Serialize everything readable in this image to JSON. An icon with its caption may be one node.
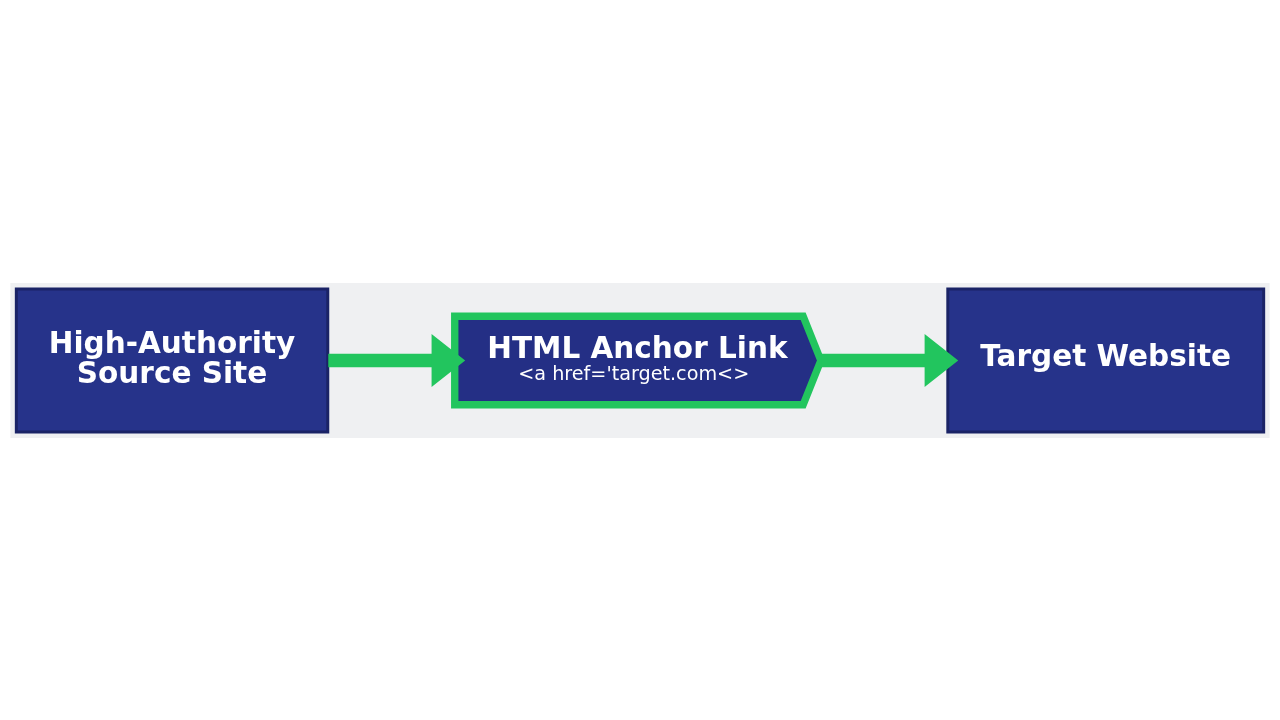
{
  "diagram": {
    "nodes": [
      {
        "text": [
          "High-Authority Source Site"
        ]
      },
      {
        "text": [
          "HTML Anchor Link",
          "<a href='target.com<>"
        ]
      },
      {
        "text": [
          "Target Website"
        ]
      }
    ],
    "edges": [
      {
        "from": 0,
        "to": 1,
        "arrow": "to"
      },
      {
        "from": 1,
        "to": 2,
        "arrow": "to"
      }
    ]
  }
}
